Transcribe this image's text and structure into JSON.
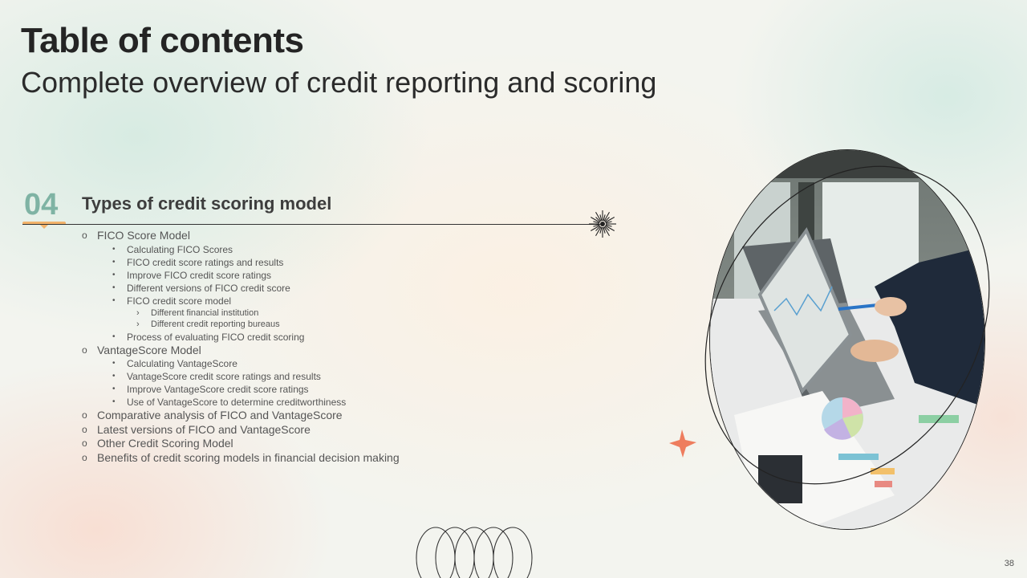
{
  "header": {
    "title": "Table of contents",
    "subtitle": "Complete overview of credit reporting and scoring"
  },
  "section": {
    "number": "04",
    "title": "Types of credit scoring model"
  },
  "toc": [
    {
      "level": 1,
      "text": "FICO Score Model"
    },
    {
      "level": 2,
      "text": "Calculating FICO Scores"
    },
    {
      "level": 2,
      "text": "FICO credit score ratings and results"
    },
    {
      "level": 2,
      "text": "Improve FICO credit score ratings"
    },
    {
      "level": 2,
      "text": "Different versions of FICO credit score"
    },
    {
      "level": 2,
      "text": "FICO credit score model"
    },
    {
      "level": 3,
      "text": "Different financial institution"
    },
    {
      "level": 3,
      "text": "Different credit reporting bureaus"
    },
    {
      "level": 2,
      "text": "Process of evaluating FICO credit scoring"
    },
    {
      "level": 1,
      "text": "VantageScore Model"
    },
    {
      "level": 2,
      "text": "Calculating VantageScore"
    },
    {
      "level": 2,
      "text": "VantageScore credit score ratings and results"
    },
    {
      "level": 2,
      "text": "Improve VantageScore credit score ratings"
    },
    {
      "level": 2,
      "text": "Use of VantageScore to determine creditworthiness"
    },
    {
      "level": 1,
      "text": "Comparative analysis of FICO and VantageScore"
    },
    {
      "level": 1,
      "text": "Latest versions of FICO and VantageScore"
    },
    {
      "level": 1,
      "text": "Other Credit Scoring Model"
    },
    {
      "level": 1,
      "text": "Benefits of credit scoring models in financial decision making"
    }
  ],
  "markers": {
    "1": "o",
    "2": "•",
    "3": "›"
  },
  "page_number": "38",
  "colors": {
    "accent_teal": "#7fb3a4",
    "accent_orange": "#f2b36b",
    "star_coral": "#ee7d5e"
  },
  "icons": {
    "sunburst": "sunburst-icon",
    "star": "four-point-star-icon",
    "loops": "loop-rings-decoration"
  }
}
